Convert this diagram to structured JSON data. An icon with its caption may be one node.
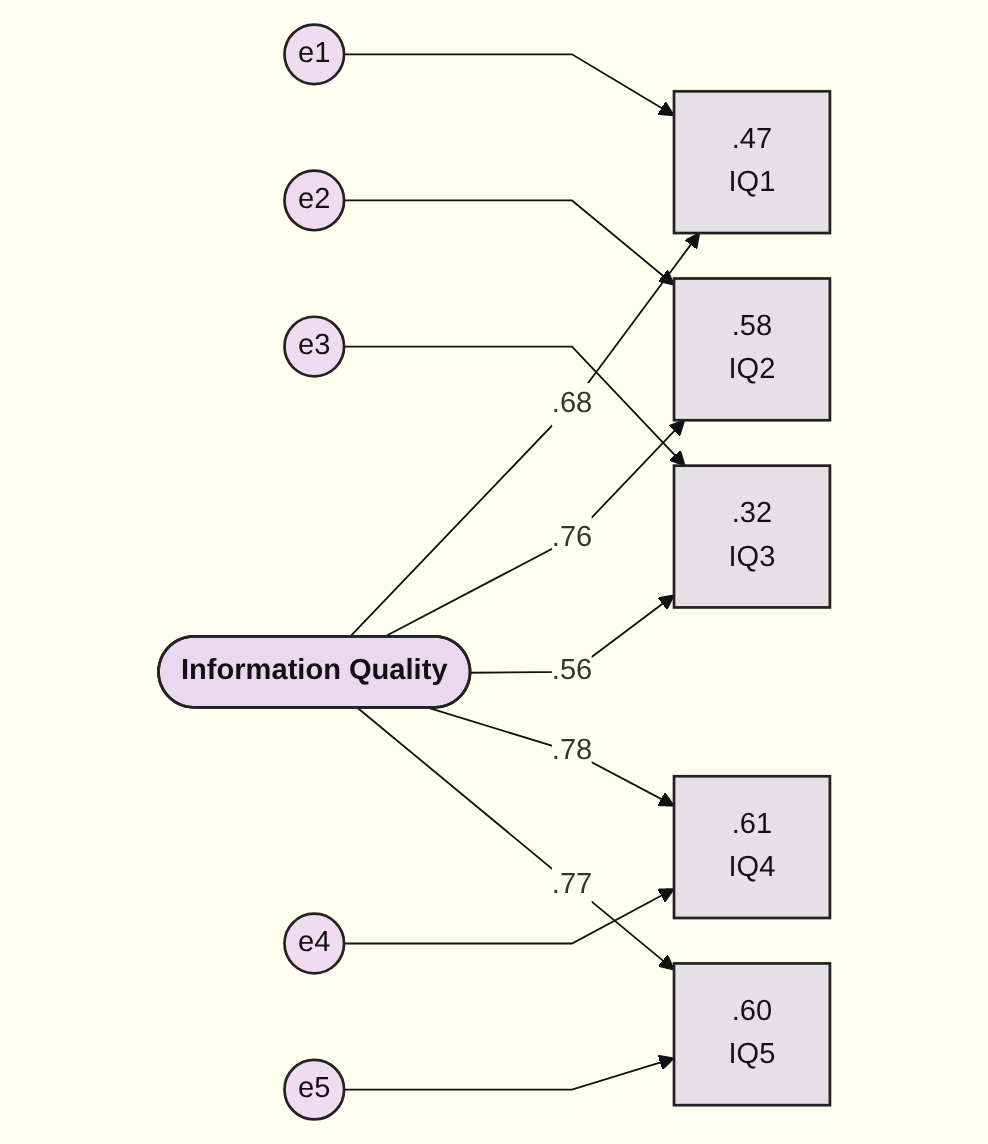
{
  "diagram": {
    "nodes": [
      {
        "text": [
          "e1"
        ]
      },
      {
        "text": [
          "e2"
        ]
      },
      {
        "text": [
          "e3"
        ]
      },
      {
        "text": [
          "e4"
        ]
      },
      {
        "text": [
          "e5"
        ]
      },
      {
        "text": [
          ".47",
          "IQ1"
        ]
      },
      {
        "text": [
          ".58",
          "IQ2"
        ]
      },
      {
        "text": [
          ".32",
          "IQ3"
        ]
      },
      {
        "text": [
          ".61",
          "IQ4"
        ]
      },
      {
        "text": [
          ".60",
          "IQ5"
        ]
      },
      {
        "text": [
          "Information Quality"
        ]
      }
    ],
    "edges": [
      {
        "from": 0,
        "to": 5,
        "arrow": "to"
      },
      {
        "from": 1,
        "to": 6,
        "arrow": "to"
      },
      {
        "from": 2,
        "to": 7,
        "arrow": "to"
      },
      {
        "from": 3,
        "to": 8,
        "arrow": "to"
      },
      {
        "from": 4,
        "to": 9,
        "arrow": "to"
      },
      {
        "from": 10,
        "to": 5,
        "arrow": "to",
        "label": ".68"
      },
      {
        "from": 10,
        "to": 6,
        "arrow": "to",
        "label": ".76"
      },
      {
        "from": 10,
        "to": 7,
        "arrow": "to",
        "label": ".56"
      },
      {
        "from": 10,
        "to": 8,
        "arrow": "to",
        "label": ".78"
      },
      {
        "from": 10,
        "to": 9,
        "arrow": "to",
        "label": ".77"
      }
    ]
  }
}
